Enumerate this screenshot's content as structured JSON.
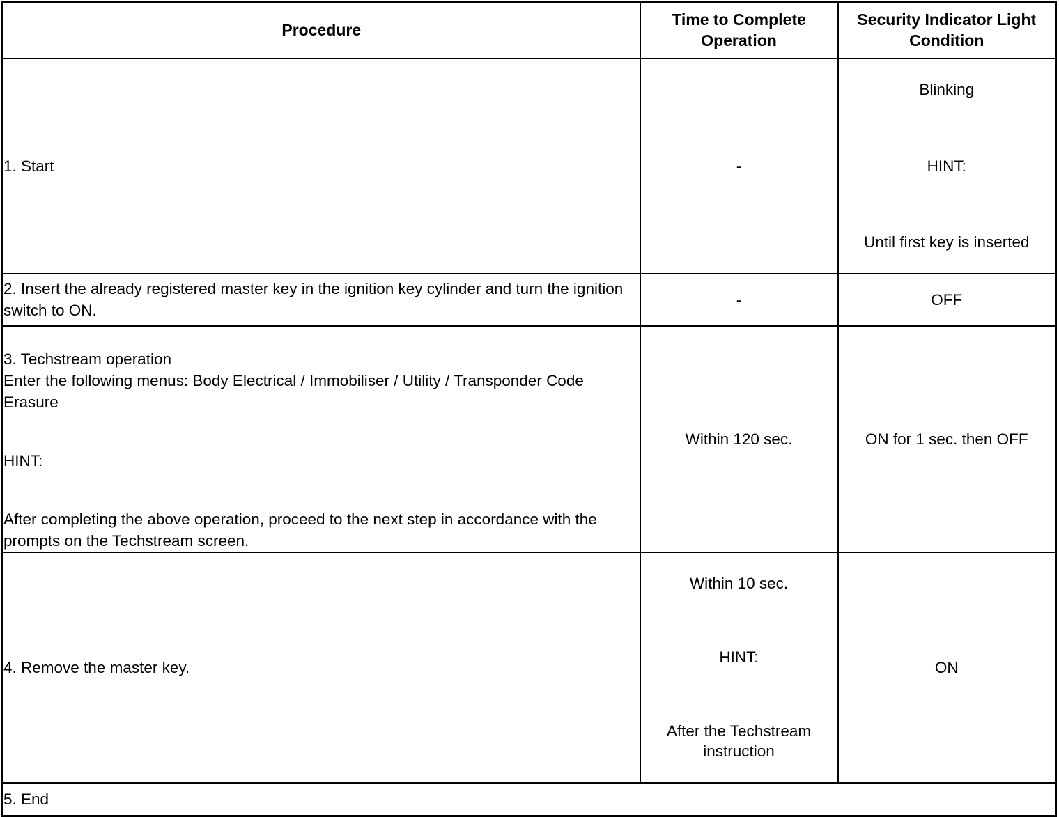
{
  "table": {
    "columns": [
      {
        "key": "procedure",
        "label": "Procedure"
      },
      {
        "key": "time",
        "label": "Time to Complete\nOperation"
      },
      {
        "key": "light",
        "label": "Security Indicator Light\nCondition"
      }
    ],
    "rows": [
      {
        "procedure": "1. Start",
        "time": "-",
        "light_lines": {
          "line1": "Blinking",
          "line2": "HINT:",
          "line3": "Until first key is inserted"
        }
      },
      {
        "procedure": "2. Insert the already registered master key in the ignition key cylinder and turn the ignition switch to ON.",
        "time": "-",
        "light": "OFF"
      },
      {
        "procedure_lines": {
          "line1": "3. Techstream operation",
          "line2": "Enter the following menus: Body Electrical / Immobiliser / Utility / Transponder Code Erasure",
          "line3": "HINT:",
          "line4": "After completing the above operation, proceed to the next step in accordance with the prompts on the Techstream screen."
        },
        "time": "Within 120 sec.",
        "light": "ON for 1 sec. then OFF"
      },
      {
        "procedure": "4. Remove the master key.",
        "time_lines": {
          "line1": "Within 10 sec.",
          "line2": "HINT:",
          "line3": "After the Techstream instruction"
        },
        "light": "ON"
      },
      {
        "procedure": "5. End"
      }
    ]
  },
  "style": {
    "border_color": "#000000",
    "text_color": "#000000",
    "background": "#ffffff"
  }
}
